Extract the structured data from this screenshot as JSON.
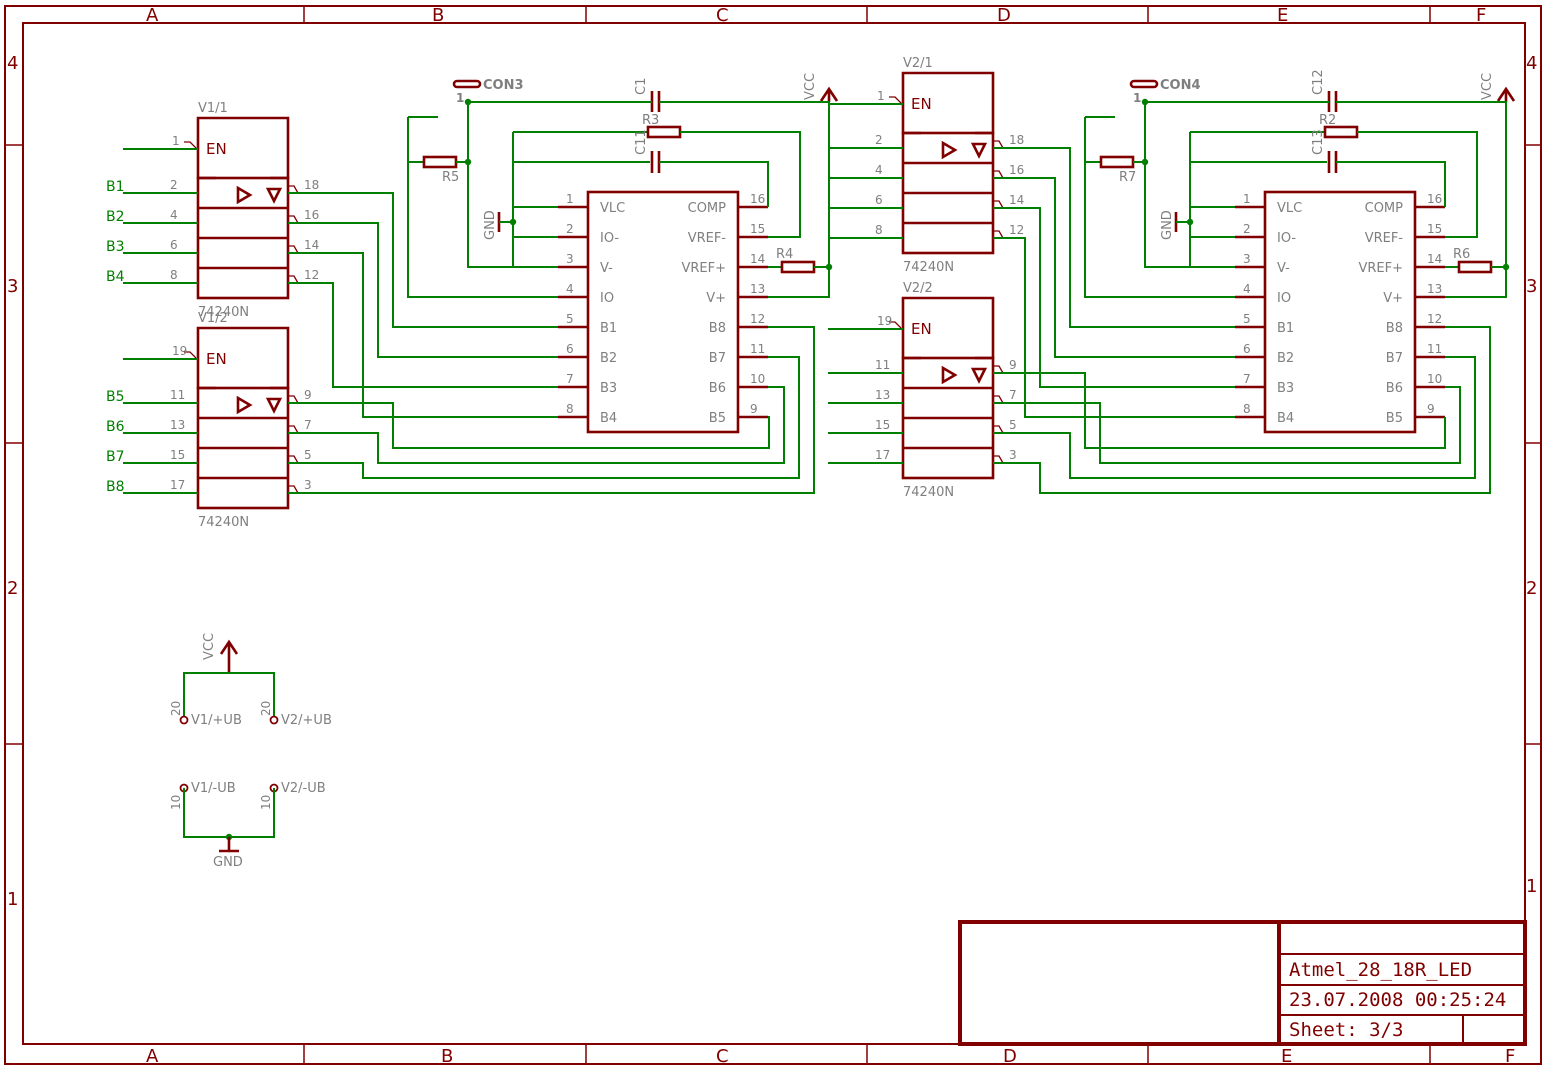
{
  "frame": {
    "columns": [
      "A",
      "B",
      "C",
      "D",
      "E",
      "F"
    ],
    "rows": [
      "4",
      "3",
      "2",
      "1"
    ]
  },
  "title_block": {
    "name": "Atmel_28_18R_LED",
    "datetime": "23.07.2008 00:25:24",
    "sheet": "Sheet: 3/3"
  },
  "buffers": [
    {
      "gate": "V1/1",
      "type": "74240N",
      "en_pin": "1",
      "en": "EN",
      "in_pins": [
        "2",
        "4",
        "6",
        "8"
      ],
      "out_pins": [
        "18",
        "16",
        "14",
        "12"
      ],
      "nets": [
        "B1",
        "B2",
        "B3",
        "B4"
      ]
    },
    {
      "gate": "V1/2",
      "type": "74240N",
      "en_pin": "19",
      "en": "EN",
      "in_pins": [
        "11",
        "13",
        "15",
        "17"
      ],
      "out_pins": [
        "9",
        "7",
        "5",
        "3"
      ],
      "nets": [
        "B5",
        "B6",
        "B7",
        "B8"
      ]
    },
    {
      "gate": "V2/1",
      "type": "74240N",
      "en_pin": "1",
      "en": "EN",
      "in_pins": [
        "2",
        "4",
        "6",
        "8"
      ],
      "out_pins": [
        "18",
        "16",
        "14",
        "12"
      ]
    },
    {
      "gate": "V2/2",
      "type": "74240N",
      "en_pin": "19",
      "en": "EN",
      "in_pins": [
        "11",
        "13",
        "15",
        "17"
      ],
      "out_pins": [
        "9",
        "7",
        "5",
        "3"
      ]
    }
  ],
  "drivers": [
    {
      "left_pins": [
        {
          "no": "1",
          "name": "VLC"
        },
        {
          "no": "2",
          "name": "IO-"
        },
        {
          "no": "3",
          "name": "V-"
        },
        {
          "no": "4",
          "name": "IO"
        },
        {
          "no": "5",
          "name": "B1"
        },
        {
          "no": "6",
          "name": "B2"
        },
        {
          "no": "7",
          "name": "B3"
        },
        {
          "no": "8",
          "name": "B4"
        }
      ],
      "right_pins": [
        {
          "no": "16",
          "name": "COMP"
        },
        {
          "no": "15",
          "name": "VREF-"
        },
        {
          "no": "14",
          "name": "VREF+"
        },
        {
          "no": "13",
          "name": "V+"
        },
        {
          "no": "12",
          "name": "B8"
        },
        {
          "no": "11",
          "name": "B7"
        },
        {
          "no": "10",
          "name": "B6"
        },
        {
          "no": "9",
          "name": "B5"
        }
      ],
      "connector": "CON3",
      "connector_pin": "1",
      "cap_top": "C1",
      "cap_mid": "C11",
      "res_top": "R3",
      "res_left": "R5",
      "res_right": "R4",
      "gnd": "GND",
      "vcc": "VCC"
    },
    {
      "left_pins": [
        {
          "no": "1",
          "name": "VLC"
        },
        {
          "no": "2",
          "name": "IO-"
        },
        {
          "no": "3",
          "name": "V-"
        },
        {
          "no": "4",
          "name": "IO"
        },
        {
          "no": "5",
          "name": "B1"
        },
        {
          "no": "6",
          "name": "B2"
        },
        {
          "no": "7",
          "name": "B3"
        },
        {
          "no": "8",
          "name": "B4"
        }
      ],
      "right_pins": [
        {
          "no": "16",
          "name": "COMP"
        },
        {
          "no": "15",
          "name": "VREF-"
        },
        {
          "no": "14",
          "name": "VREF+"
        },
        {
          "no": "13",
          "name": "V+"
        },
        {
          "no": "12",
          "name": "B8"
        },
        {
          "no": "11",
          "name": "B7"
        },
        {
          "no": "10",
          "name": "B6"
        },
        {
          "no": "9",
          "name": "B5"
        }
      ],
      "connector": "CON4",
      "connector_pin": "1",
      "cap_top": "C12",
      "cap_mid": "C13",
      "res_top": "R2",
      "res_left": "R7",
      "res_right": "R6",
      "gnd": "GND",
      "vcc": "VCC"
    }
  ],
  "power": {
    "vcc": "VCC",
    "gnd": "GND",
    "pwr_pins": [
      {
        "pin": "20",
        "label": "V1/+UB"
      },
      {
        "pin": "20",
        "label": "V2/+UB"
      },
      {
        "pin": "10",
        "label": "V1/-UB"
      },
      {
        "pin": "10",
        "label": "V2/-UB"
      }
    ]
  }
}
